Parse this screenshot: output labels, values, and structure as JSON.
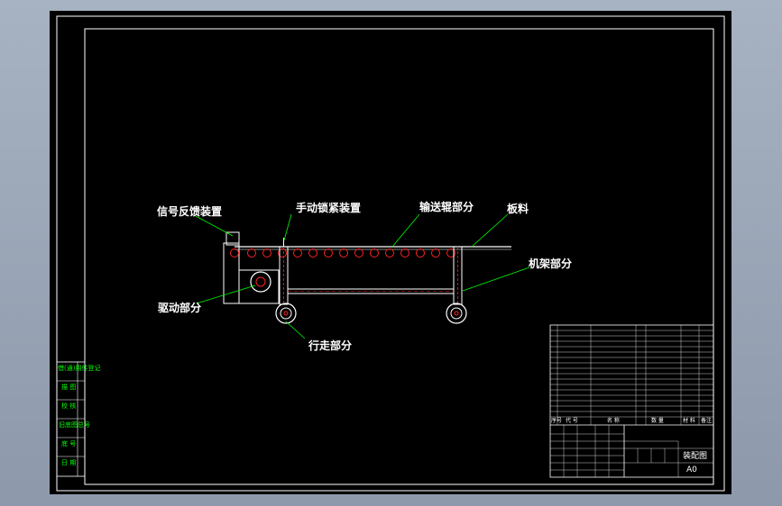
{
  "colors": {
    "background": "#000000",
    "outline": "#ffffff",
    "leader": "#00ff00",
    "centerline": "#ff2020",
    "frame_bg": "#a7b2c2"
  },
  "labels": {
    "signal_feedback": "信号反馈装置",
    "manual_clamp": "手动锁紧装置",
    "conveyor_roller": "输送辊部分",
    "plate": "板料",
    "rack": "机架部分",
    "drive": "驱动部分",
    "travel": "行走部分"
  },
  "side_table": {
    "rows": [
      "借(通)用件登记",
      "描 图",
      "校 核",
      "旧底图总号",
      "底 号",
      "日 期"
    ]
  },
  "title_block": {
    "drawing_title": "装配图",
    "sheet_size": "A0",
    "header_cells": [
      "序号",
      "代 号",
      "名 称",
      "数 量",
      "材 料",
      "备注"
    ]
  }
}
